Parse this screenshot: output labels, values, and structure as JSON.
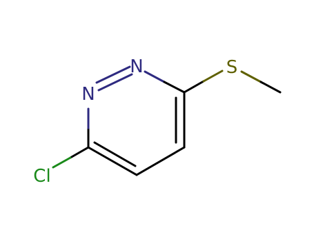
{
  "molecule": {
    "atoms": [
      {
        "id": "N1",
        "symbol": "N",
        "color": "#2e2a80"
      },
      {
        "id": "N2",
        "symbol": "N",
        "color": "#2e2a80"
      },
      {
        "id": "S",
        "symbol": "S",
        "color": "#5f6000"
      },
      {
        "id": "Cl",
        "symbol": "Cl",
        "color": "#1a8a1a"
      }
    ],
    "colors": {
      "carbon_bond": "#000000",
      "nitrogen": "#2e2a80",
      "sulfur": "#5f6000",
      "chlorine": "#1a8a1a",
      "background": "#ffffff"
    }
  }
}
